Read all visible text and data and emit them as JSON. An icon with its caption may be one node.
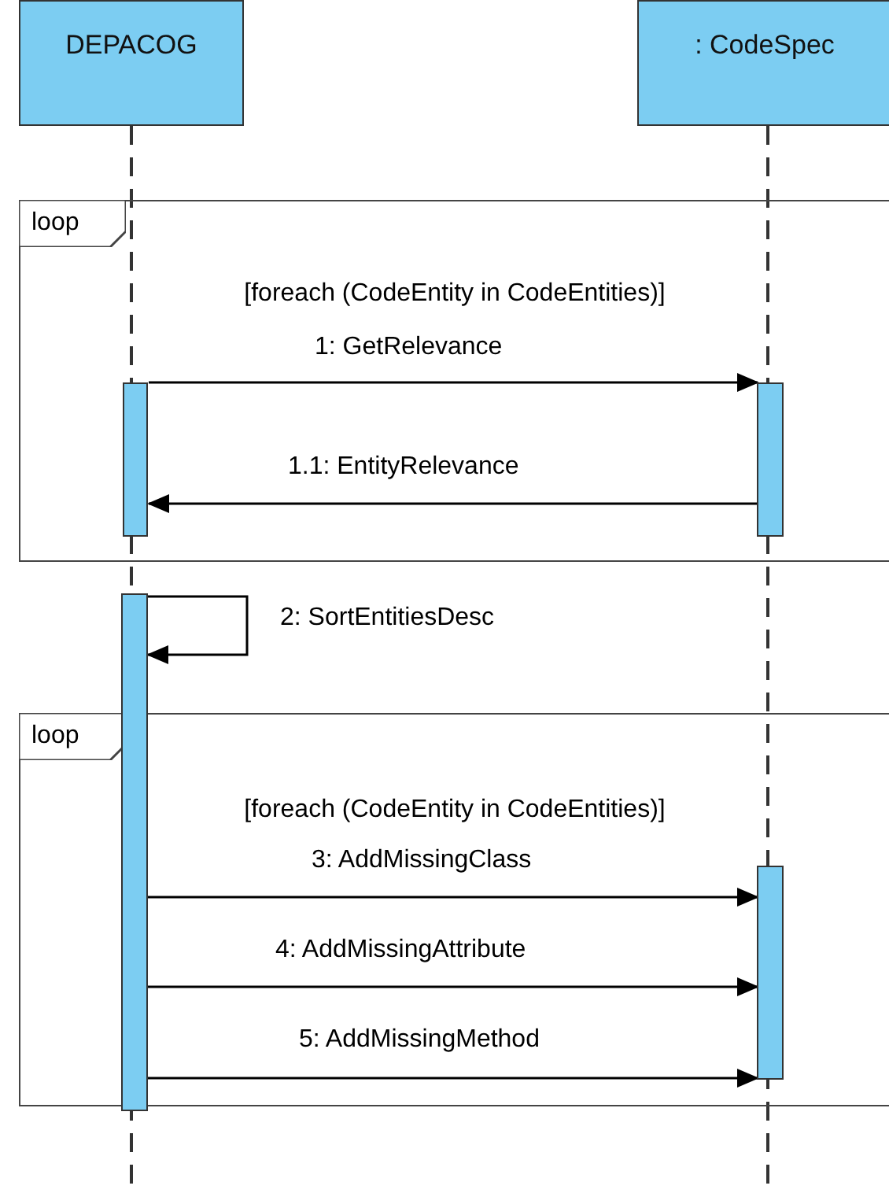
{
  "diagram": {
    "nodes": [
      {
        "text": [
          "DEPACOG"
        ]
      },
      {
        "text": [
          ": CodeSpec"
        ]
      },
      {
        "text": [
          "loop",
          "[foreach (CodeEntity in CodeEntities)]"
        ]
      },
      {
        "text": [],
        "shape": "bar",
        "in": 2
      },
      {
        "text": [],
        "shape": "bar",
        "in": 2
      },
      {
        "text": [],
        "shape": "bar"
      },
      {
        "text": [
          "loop",
          "[foreach (CodeEntity in CodeEntities)]"
        ]
      },
      {
        "text": [],
        "shape": "bar",
        "in": 6
      }
    ],
    "edges": [
      {
        "from": 3,
        "to": 4,
        "arrow": "to",
        "label": "1: GetRelevance"
      },
      {
        "from": 4,
        "to": 3,
        "arrow": "to",
        "label": "1.1: EntityRelevance"
      },
      {
        "from": 5,
        "to": 5,
        "arrow": "to",
        "label": "2: SortEntitiesDesc"
      },
      {
        "from": 5,
        "to": 7,
        "arrow": "to",
        "label": "3: AddMissingClass"
      },
      {
        "from": 5,
        "to": 7,
        "arrow": "to",
        "label": "4: AddMissingAttribute"
      },
      {
        "from": 5,
        "to": 7,
        "arrow": "to",
        "label": "5: AddMissingMethod"
      }
    ]
  }
}
